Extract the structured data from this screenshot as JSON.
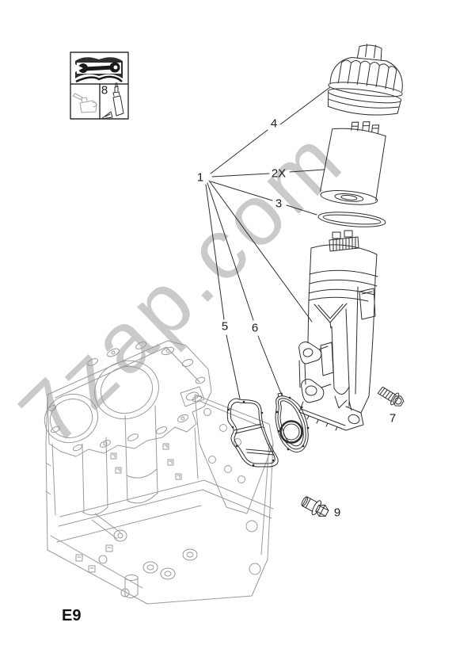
{
  "diagram": {
    "code": "E9",
    "watermark": "7zap.com",
    "callouts": {
      "part1": "1",
      "part2": "2X",
      "part3": "3",
      "part4": "4",
      "part5": "5",
      "part6": "6",
      "part7": "7",
      "part8": "8",
      "part9": "9"
    },
    "legend": {
      "icons": [
        "manual-book-wrench-icon",
        "oil-can-icon",
        "sealant-tube-icon"
      ]
    },
    "parts": [
      {
        "ref": "1",
        "name": "oil-filter-housing"
      },
      {
        "ref": "2X",
        "name": "oil-filter-element"
      },
      {
        "ref": "3",
        "name": "o-ring-seal"
      },
      {
        "ref": "4",
        "name": "oil-filter-cap"
      },
      {
        "ref": "5",
        "name": "housing-gasket"
      },
      {
        "ref": "6",
        "name": "ring-gasket"
      },
      {
        "ref": "7",
        "name": "bolt"
      },
      {
        "ref": "8",
        "name": "sealant"
      },
      {
        "ref": "9",
        "name": "drain-plug"
      }
    ],
    "colors": {
      "background": "#ffffff",
      "line": "#2e2e2e",
      "block_line": "#9a9a9a",
      "watermark": "#cacaca"
    }
  }
}
